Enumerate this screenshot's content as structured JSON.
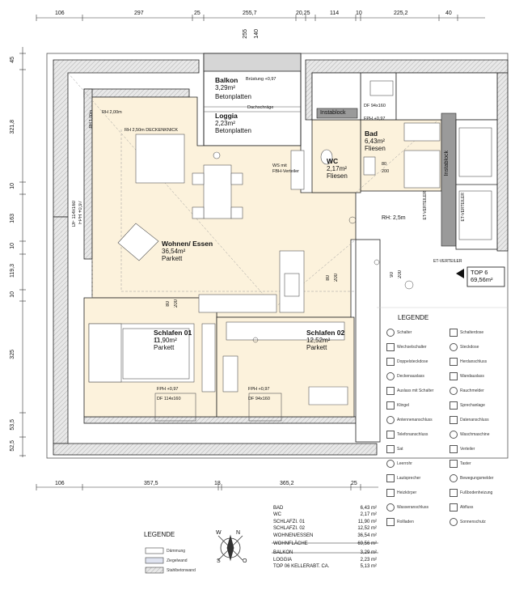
{
  "dimensions": {
    "top": [
      "106",
      "297",
      "25",
      "255,7",
      "20,25",
      "114",
      "10",
      "225,2",
      "40"
    ],
    "top_small": [
      "255",
      "140"
    ],
    "bottom": [
      "106",
      "357,5",
      "18",
      "365,2",
      "25"
    ],
    "left": [
      "45",
      "321,8",
      "10",
      "163",
      "10",
      "119,3",
      "10",
      "325",
      "53,5",
      "52,5"
    ]
  },
  "rooms": {
    "balkon": {
      "name": "Balkon",
      "area": "3,29m²",
      "floor": "Betonplatten"
    },
    "loggia": {
      "name": "Loggia",
      "area": "2,23m²",
      "floor": "Betonplatten"
    },
    "bad": {
      "name": "Bad",
      "area": "6,43m²",
      "floor": "Fliesen"
    },
    "wc": {
      "name": "WC",
      "area": "2,17m²",
      "floor": "Fliesen"
    },
    "wohnen": {
      "name": "Wohnen/ Essen",
      "area": "36,54m²",
      "floor": "Parkett"
    },
    "schlafen01": {
      "name": "Schlafen 01",
      "area": "11,90m²",
      "floor": "Parkett"
    },
    "schlafen02": {
      "name": "Schlafen 02",
      "area": "12,52m²",
      "floor": "Parkett"
    }
  },
  "annotations": {
    "bruestung": "Brüstung +0,97",
    "dachschraege": "Dachschräge",
    "instablock_top": "Instablock",
    "instablock_side": "Instablock",
    "df_bad": "DF 94x160",
    "fph_bad": "FPH +0,97",
    "rh_200": "RH 2,00m",
    "rh_250": "RH 2,50m DECKENKNICK",
    "rh_25": "RH: 2,5m",
    "rh_left": "RH 1,00m",
    "df_left": "DF 114x160",
    "fph_left": "FPH +0,97",
    "ws_fbh": "WS mit\nFBH-Verteiler",
    "fph_s1": "FPH +0,97",
    "df_s1": "DF 114x160",
    "fph_s2": "FPH +0,97",
    "df_s2": "DF 94x160",
    "et_verteiler_1": "ET-VERTEILER",
    "et_verteiler_2": "ET-VERTEILER",
    "et_verteiler_3": "ET-VERTEILER",
    "door_80": "80",
    "door_200": "200",
    "door_90": "90"
  },
  "top_label": {
    "name": "TOP 6",
    "area": "69,56m²"
  },
  "area_table": [
    {
      "label": "BAD",
      "value": "6,43 m²"
    },
    {
      "label": "WC",
      "value": "2,17 m²"
    },
    {
      "label": "SCHLAFZI. 01",
      "value": "11,90 m²"
    },
    {
      "label": "SCHLAFZI. 02",
      "value": "12,52 m²"
    },
    {
      "label": "WOHNEN/ESSEN",
      "value": "36,54 m²"
    },
    {
      "label": "WOHNFLÄCHE",
      "value": "69,56 m²"
    },
    {
      "label": "BALKON",
      "value": "3,29 m²"
    },
    {
      "label": "LOGGIA",
      "value": "2,23 m²"
    },
    {
      "label": "TOP 06 KELLERABT. CA.",
      "value": "5,13 m²"
    }
  ],
  "legend_main": {
    "title": "LEGENDE",
    "items": [
      "Dämmung",
      "Ziegelwand",
      "Stahlbetonwand"
    ]
  },
  "legend_symbols": {
    "title": "LEGENDE",
    "items": [
      "Schalter",
      "Schalterdose",
      "Wechselschalter",
      "Steckdose",
      "Doppelsteckdose",
      "Herdanschluss",
      "Deckenauslass",
      "Wandauslass",
      "Auslass mit Schalter",
      "Rauchmelder",
      "Klingel",
      "Sprechanlage",
      "Antennenanschluss",
      "Datenanschluss",
      "Telefonanschluss",
      "Waschmaschine",
      "Sat",
      "Verteiler",
      "Leerrohr",
      "Taster",
      "Lautsprecher",
      "Bewegungsmelder",
      "Heizkörper",
      "Fußbodenheizung",
      "Wasseranschluss",
      "Abfluss",
      "Rollladen",
      "Sonnenschutz"
    ]
  },
  "compass": {
    "n": "N",
    "w": "W",
    "s": "S",
    "o": "O"
  },
  "colors": {
    "wall": "#cfcfcf",
    "floor": "#fcf2dc",
    "balcony": "#ffffff",
    "instablock": "#9a9a9a"
  }
}
